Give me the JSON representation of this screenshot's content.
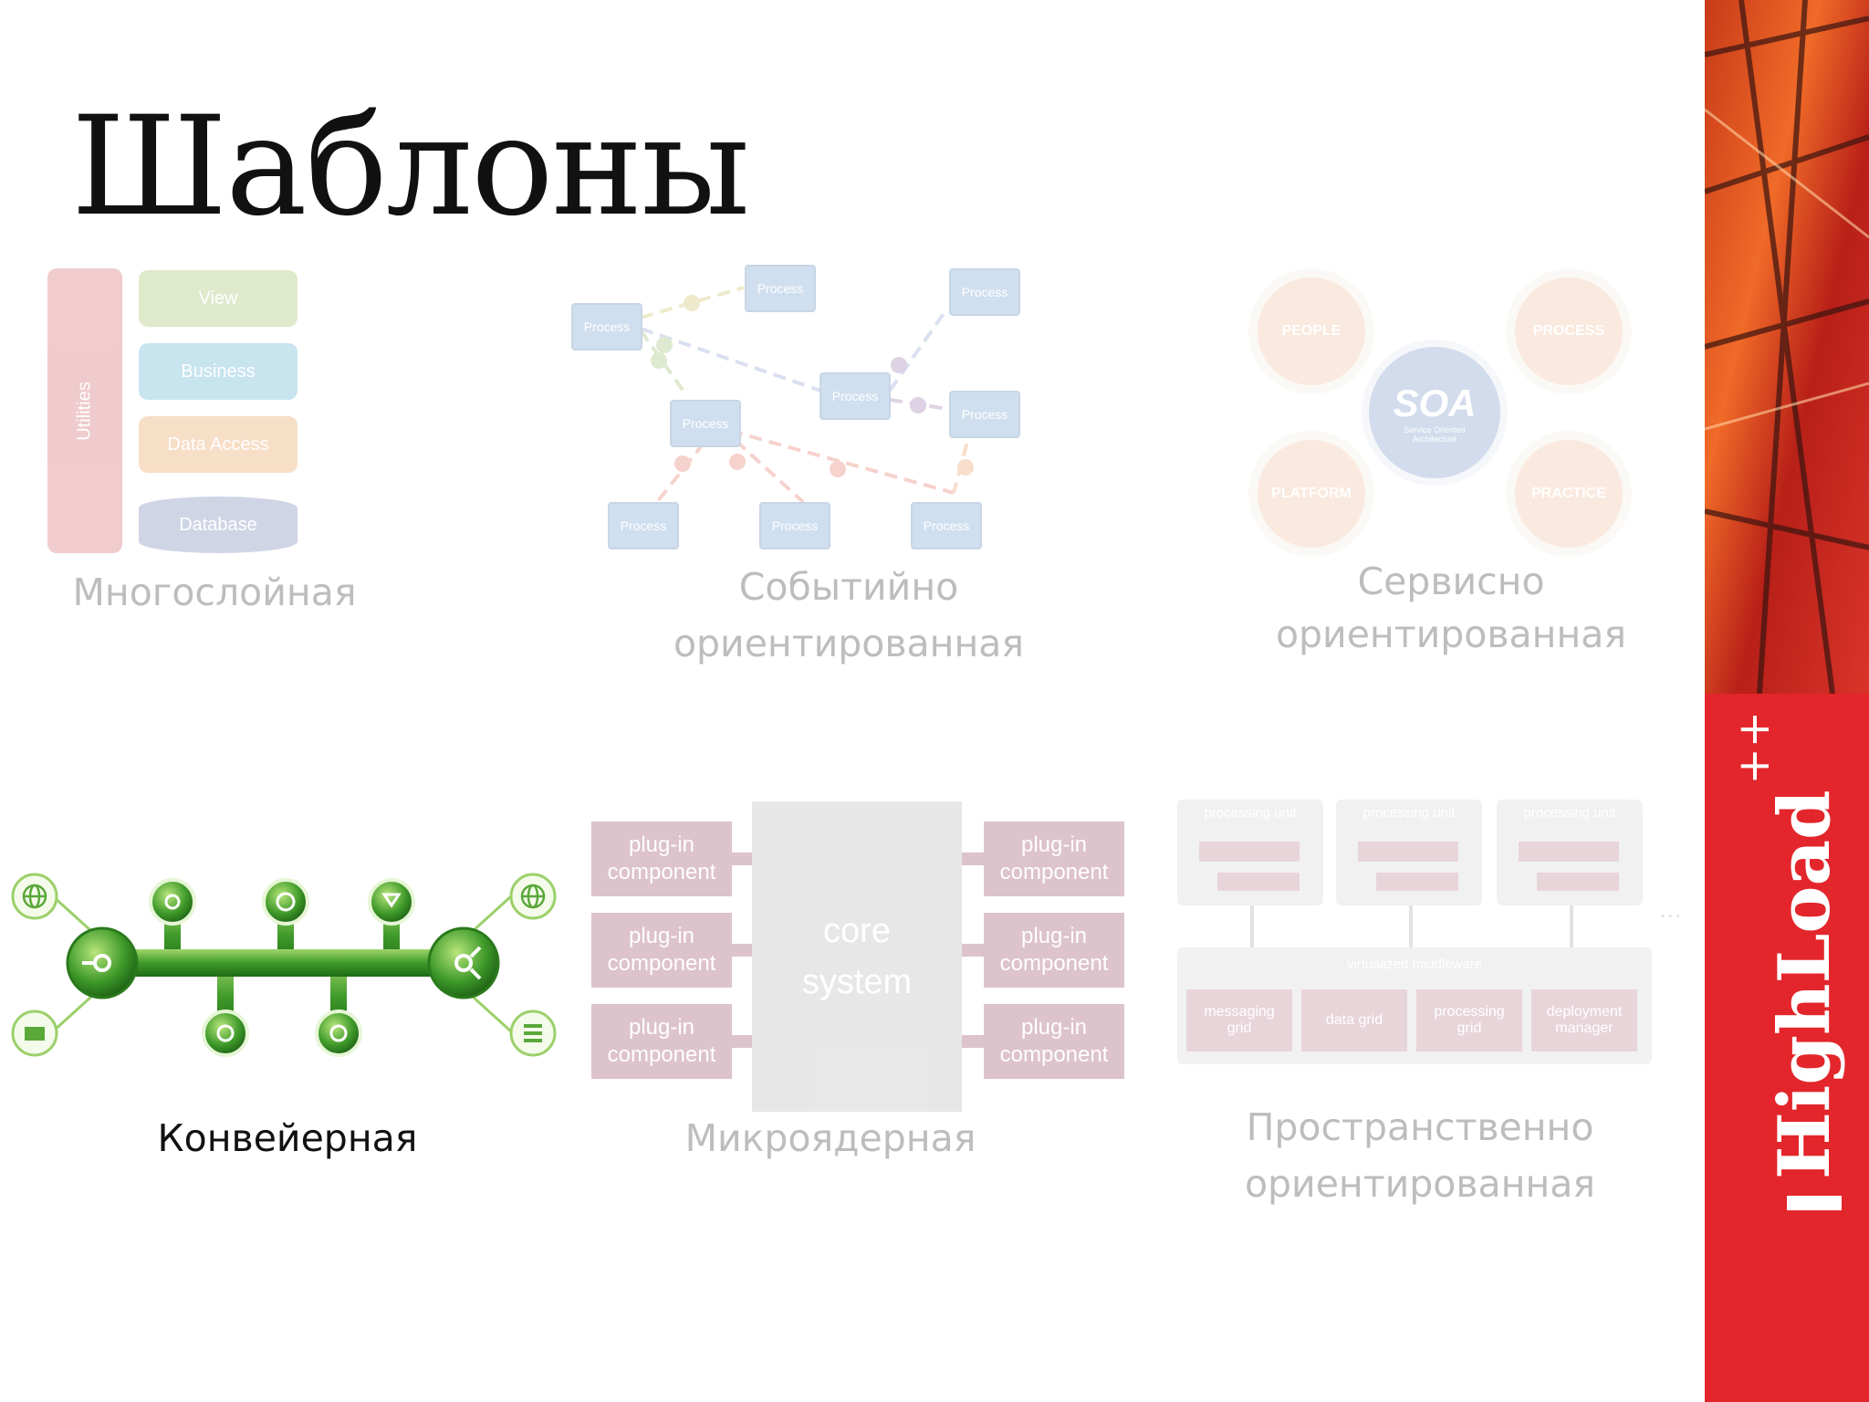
{
  "title": "Шаблоны",
  "patterns": [
    {
      "caption_lines": [
        "Многослойная"
      ],
      "active": false
    },
    {
      "caption_lines": [
        "Событийно",
        "ориентированная"
      ],
      "active": false
    },
    {
      "caption_lines": [
        "Сервисно",
        "ориентированная"
      ],
      "active": false
    },
    {
      "caption_lines": [
        "Конвейерная"
      ],
      "active": true
    },
    {
      "caption_lines": [
        "Микроядерная"
      ],
      "active": false
    },
    {
      "caption_lines": [
        "Пространственно",
        "ориентированная"
      ],
      "active": false
    }
  ],
  "layered": {
    "utilities": "Utilities",
    "layers": [
      "View",
      "Business",
      "Data Access",
      "Database"
    ]
  },
  "event": {
    "process_label": "Process"
  },
  "soa": {
    "center": "SOA",
    "center_sub": "Service Oriented Architecture",
    "satellites": [
      "PEOPLE",
      "PROCESS",
      "PLATFORM",
      "PRACTICE"
    ]
  },
  "microkernel": {
    "core": "core system",
    "plugin_line1": "plug-in",
    "plugin_line2": "component"
  },
  "space": {
    "unit_label": "processing unit",
    "middleware_label": "virtualized middleware",
    "cells": [
      "messaging grid",
      "data grid",
      "processing grid",
      "deployment manager"
    ],
    "ellipsis": "..."
  },
  "brand": {
    "name": "HighLoad",
    "suffix": "++"
  },
  "colors": {
    "accent_red": "#e3262b",
    "pipeline_green": "#3f9a2a",
    "plugin": "#9a4b64"
  }
}
